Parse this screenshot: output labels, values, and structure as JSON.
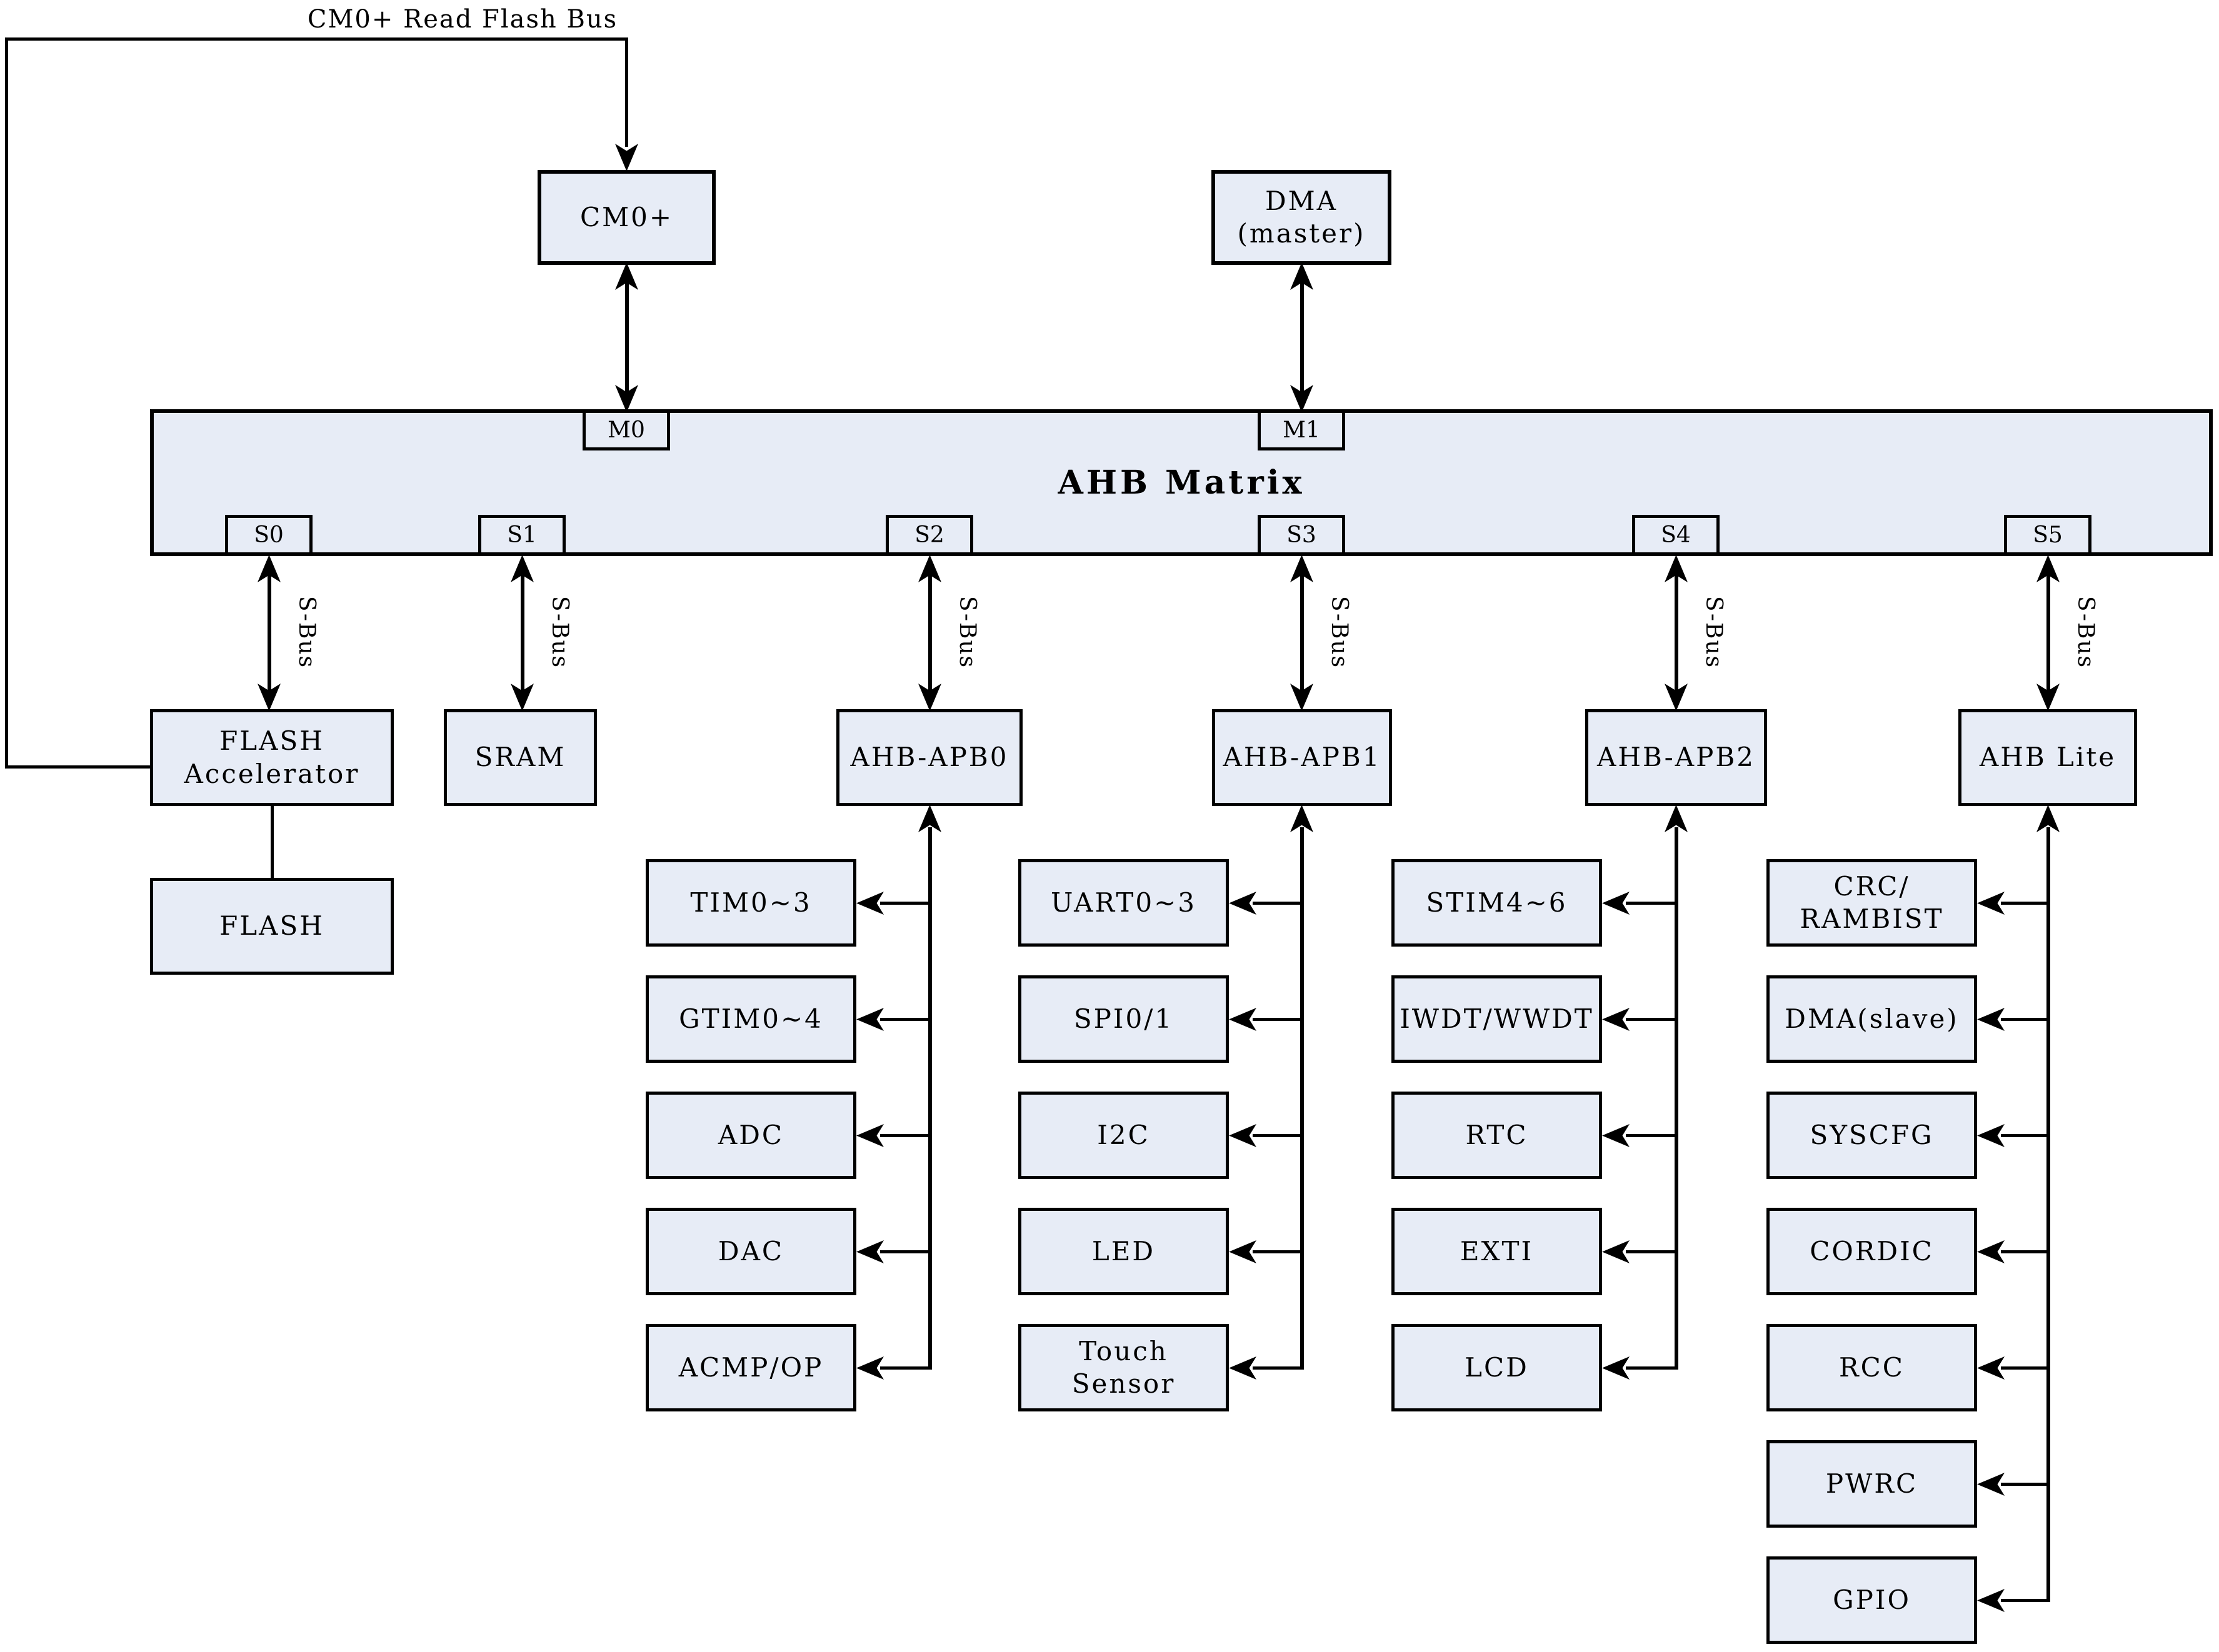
{
  "diagram": {
    "top_bus_label": "CM0+ Read Flash Bus",
    "sbus_label": "S-Bus",
    "masters": {
      "cm0": "CM0+",
      "dma": "DMA\n(master)"
    },
    "matrix": {
      "title": "AHB Matrix",
      "master_ports": [
        "M0",
        "M1"
      ],
      "slave_ports": [
        "S0",
        "S1",
        "S2",
        "S3",
        "S4",
        "S5"
      ]
    },
    "slaves": {
      "flash_accelerator": "FLASH\nAccelerator",
      "flash": "FLASH",
      "sram": "SRAM",
      "ahb_apb0": "AHB-APB0",
      "ahb_apb1": "AHB-APB1",
      "ahb_apb2": "AHB-APB2",
      "ahb_lite": "AHB Lite"
    },
    "apb0_peripherals": [
      "TIM0~3",
      "GTIM0~4",
      "ADC",
      "DAC",
      "ACMP/OP"
    ],
    "apb1_peripherals": [
      "UART0~3",
      "SPI0/1",
      "I2C",
      "LED",
      "Touch\nSensor"
    ],
    "apb2_peripherals": [
      "STIM4~6",
      "IWDT/WWDT",
      "RTC",
      "EXTI",
      "LCD"
    ],
    "ahb_lite_peripherals": [
      "CRC/\nRAMBIST",
      "DMA(slave)",
      "SYSCFG",
      "CORDIC",
      "RCC",
      "PWRC",
      "GPIO"
    ],
    "colors": {
      "box_fill": "#e7ecf6",
      "line": "#000000",
      "background": "#ffffff"
    }
  }
}
